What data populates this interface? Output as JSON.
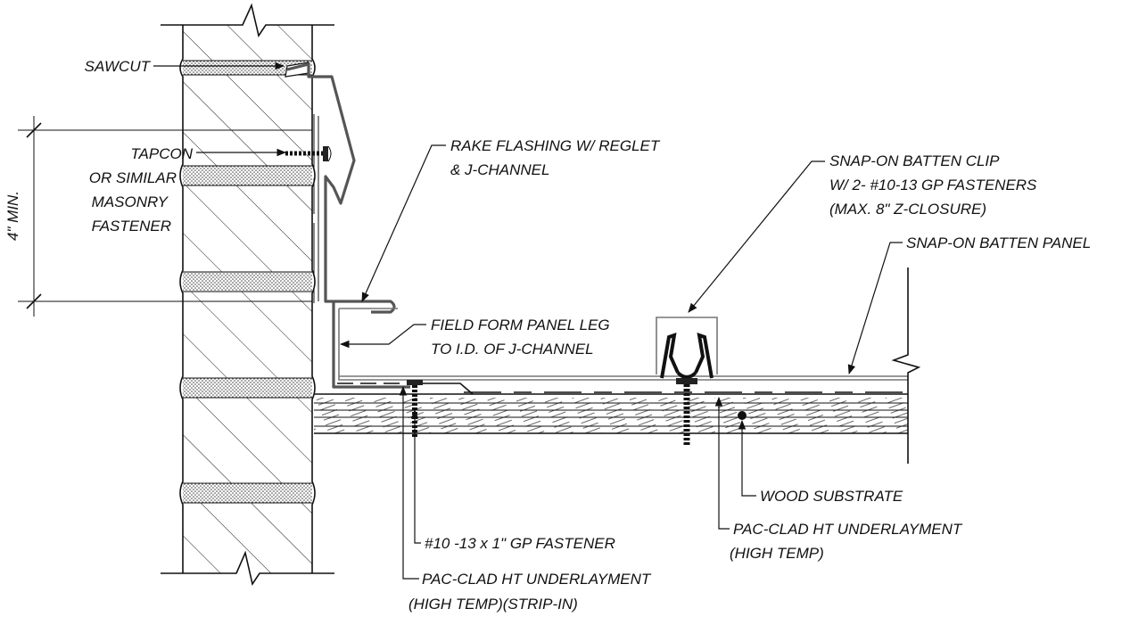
{
  "labels": {
    "sawcut": "SAWCUT",
    "tapcon_1": "TAPCON",
    "tapcon_2": "OR SIMILAR",
    "tapcon_3": "MASONRY",
    "tapcon_4": "FASTENER",
    "dimension": "4\" MIN.",
    "rake_1": "RAKE FLASHING W/ REGLET",
    "rake_2": "& J-CHANNEL",
    "clip_1": "SNAP-ON BATTEN CLIP",
    "clip_2": "W/ 2-  #10-13 GP FASTENERS",
    "clip_3": "(MAX. 8\" Z-CLOSURE)",
    "panel": "SNAP-ON BATTEN PANEL",
    "field_1": "FIELD FORM PANEL LEG",
    "field_2": "TO I.D. OF J-CHANNEL",
    "wood": "WOOD SUBSTRATE",
    "underlay_1": "PAC-CLAD HT UNDERLAYMENT",
    "underlay_2": "(HIGH TEMP)",
    "fastener": "#10 -13 x 1\" GP FASTENER",
    "strip_1": "PAC-CLAD HT UNDERLAYMENT",
    "strip_2": "(HIGH TEMP)(STRIP-IN)"
  },
  "colors": {
    "line": "#111111",
    "flashing": "#555555",
    "panel": "#777777",
    "mortar": "#cccccc"
  }
}
